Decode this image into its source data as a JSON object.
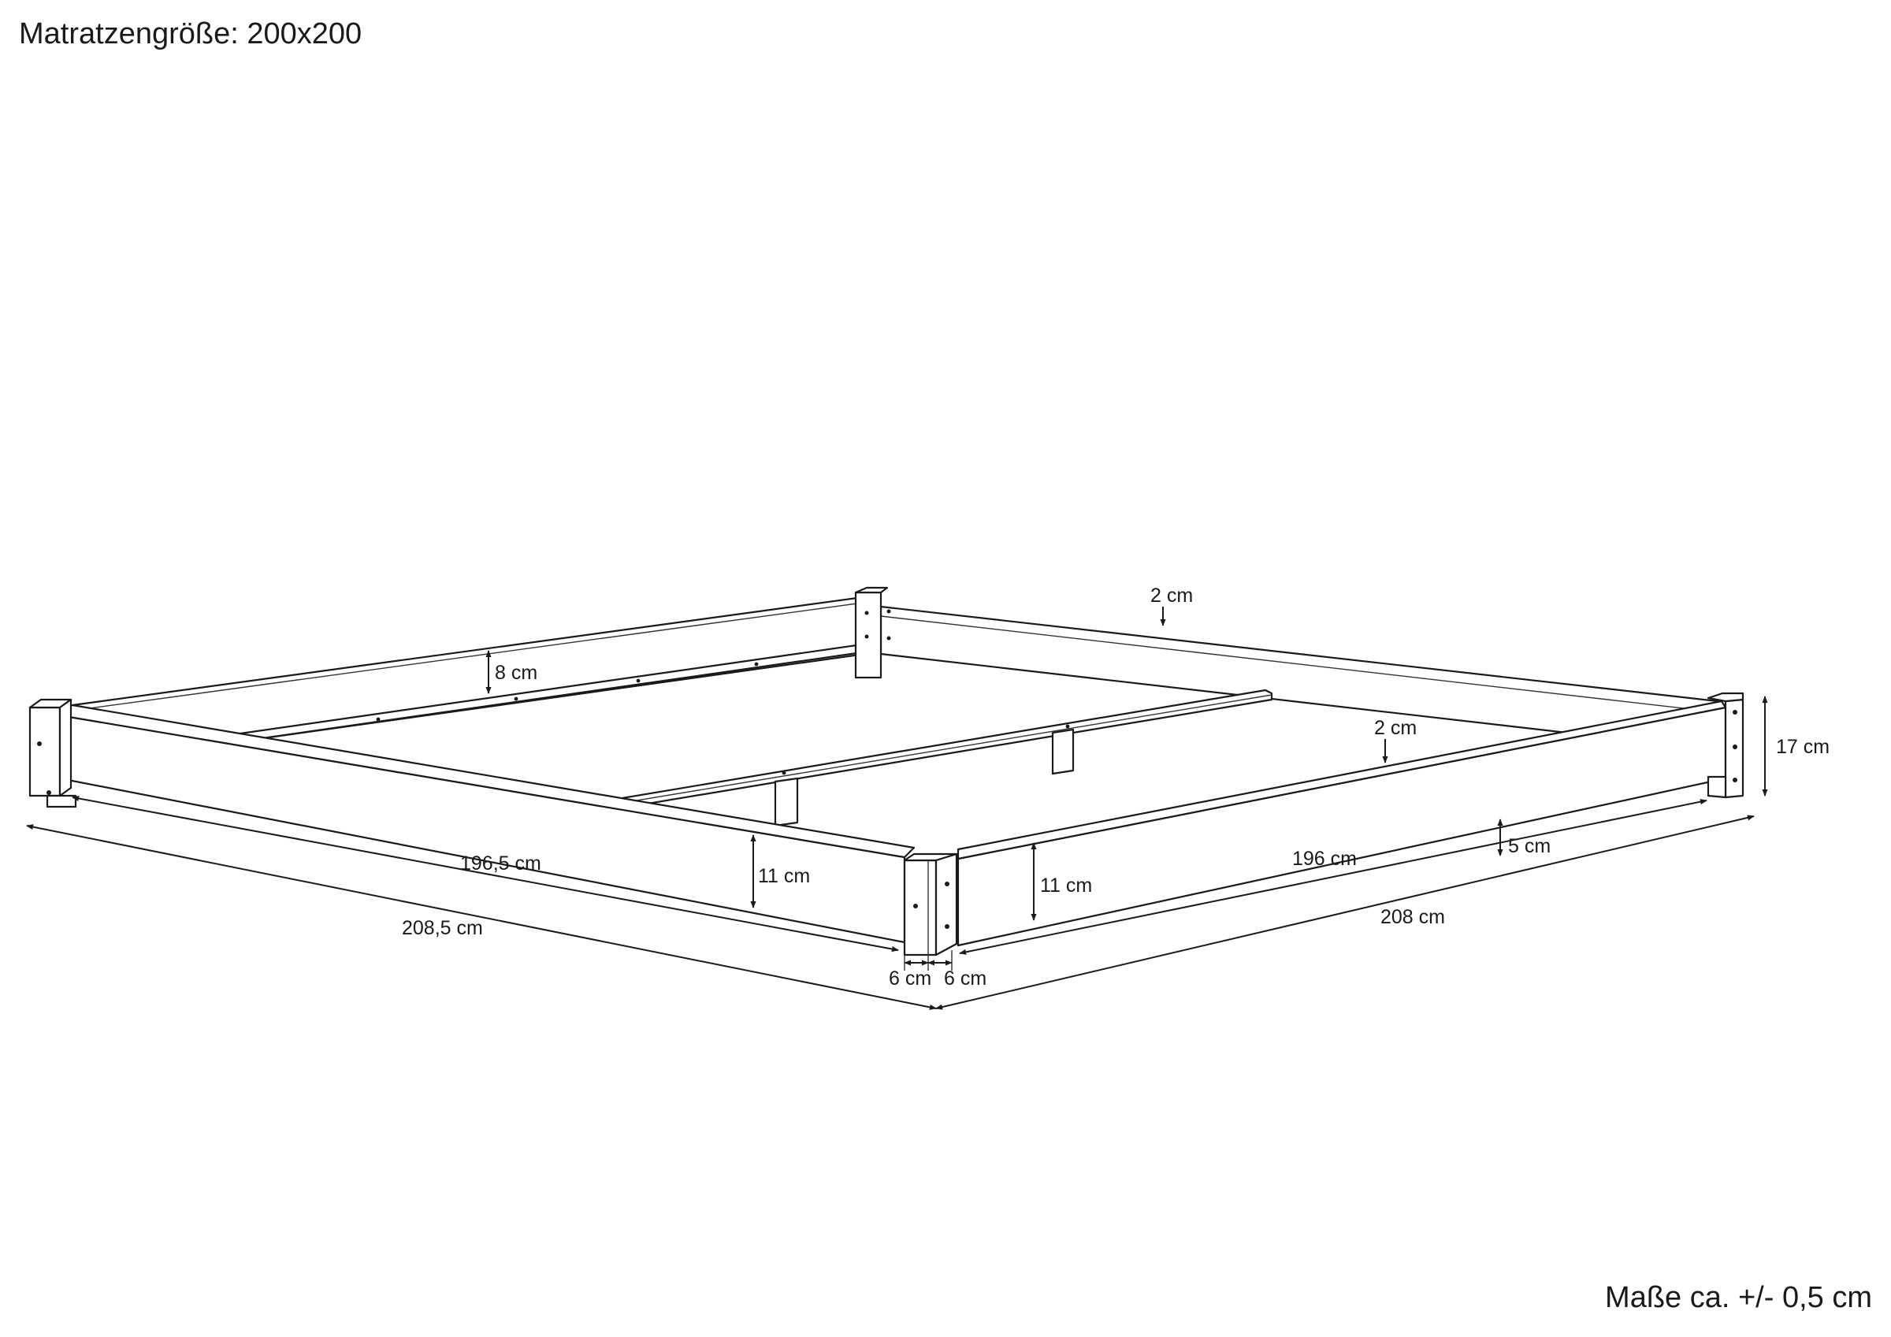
{
  "header": {
    "mattress_size": "Matratzengröße: 200x200"
  },
  "footer": {
    "tolerance": "Maße ca. +/- 0,5 cm"
  },
  "dimensions": {
    "slat_depth": "2 cm",
    "slat_depth_2": "2 cm",
    "rail_8": "8 cm",
    "height_total": "17 cm",
    "inner_left": "196,5 cm",
    "inner_right": "196 cm",
    "rail_11_left": "11 cm",
    "rail_11_right": "11 cm",
    "leg_clearance": "5 cm",
    "outer_left": "208,5 cm",
    "outer_right": "208 cm",
    "leg_6_left": "6 cm",
    "leg_6_right": "6 cm"
  }
}
